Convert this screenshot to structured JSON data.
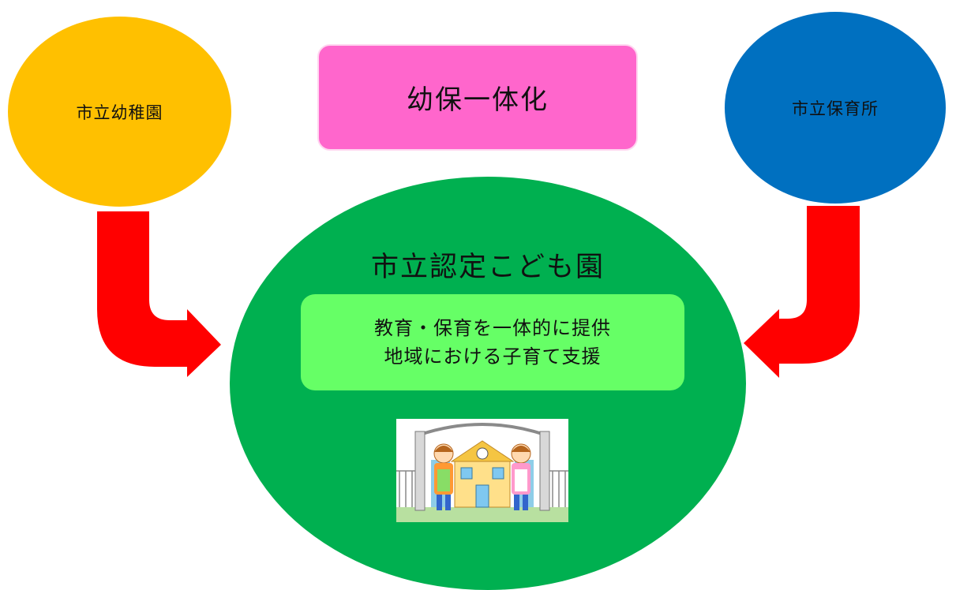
{
  "diagram": {
    "left_node": {
      "label": "市立幼稚園",
      "color": "#ffc000"
    },
    "right_node": {
      "label": "市立保育所",
      "color": "#0070c0"
    },
    "top_box": {
      "label": "幼保一体化",
      "color": "#ff66cc"
    },
    "center_node": {
      "title": "市立認定こども園",
      "color": "#00b050",
      "services": {
        "line1": "教育・保育を一体的に提供",
        "line2": "地域における子育て支援",
        "color": "#66ff66"
      },
      "illustration": "kindergarten-building-with-two-teachers"
    },
    "arrow_color": "#ff0000"
  }
}
